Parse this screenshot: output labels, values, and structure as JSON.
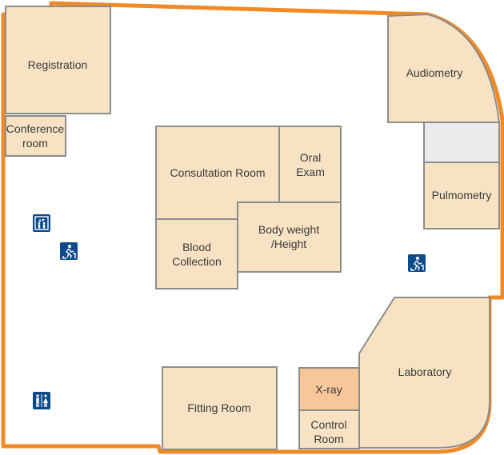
{
  "rooms": {
    "registration": "Registration",
    "conference_line1": "Conference",
    "conference_line2": "room",
    "audiometry": "Audiometry",
    "pulmometry": "Pulmometry",
    "consultation": "Consultation Room",
    "oral_line1": "Oral",
    "oral_line2": "Exam",
    "body_line1": "Body weight",
    "body_line2": "/Height",
    "blood_line1": "Blood",
    "blood_line2": "Collection",
    "laboratory": "Laboratory",
    "xray": "X-ray",
    "control_line1": "Control",
    "control_line2": "Room",
    "fitting": "Fitting Room"
  },
  "icons": [
    "elevator-icon",
    "emergency-exit-icon",
    "restroom-icon",
    "emergency-exit-icon"
  ],
  "colors": {
    "outline": "#f08a24",
    "room": "#f7e3c4",
    "xray": "#f7c79a",
    "unlabeled": "#ebebeb",
    "icon": "#0d4a8c"
  }
}
